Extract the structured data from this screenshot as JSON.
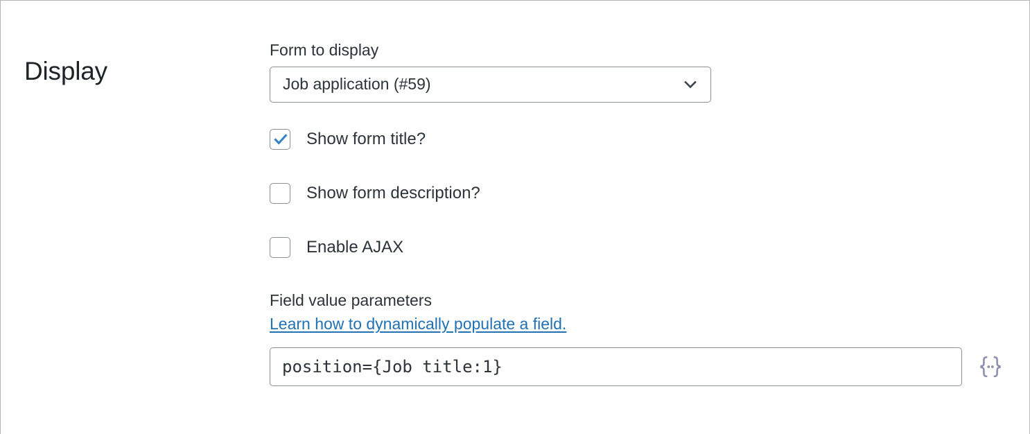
{
  "panel": {
    "section_title": "Display"
  },
  "form_select": {
    "label": "Form to display",
    "value": "Job application (#59)",
    "icon": "chevron-down-icon",
    "options": [
      "Job application (#59)"
    ]
  },
  "checkboxes": [
    {
      "label": "Show form title?",
      "checked": true
    },
    {
      "label": "Show form description?",
      "checked": false
    },
    {
      "label": "Enable AJAX",
      "checked": false
    }
  ],
  "field_value_parameters": {
    "label": "Field value parameters",
    "help_link": "Learn how to dynamically populate a field.",
    "value": "position={Job title:1}",
    "placeholder": "",
    "merge_tag_icon": "merge-tag-icon"
  },
  "colors": {
    "accent_blue": "#3582c4",
    "link_blue": "#2271b1",
    "text": "#2c3338",
    "border": "#8c8f94",
    "merge_tag": "#8d8fae"
  }
}
